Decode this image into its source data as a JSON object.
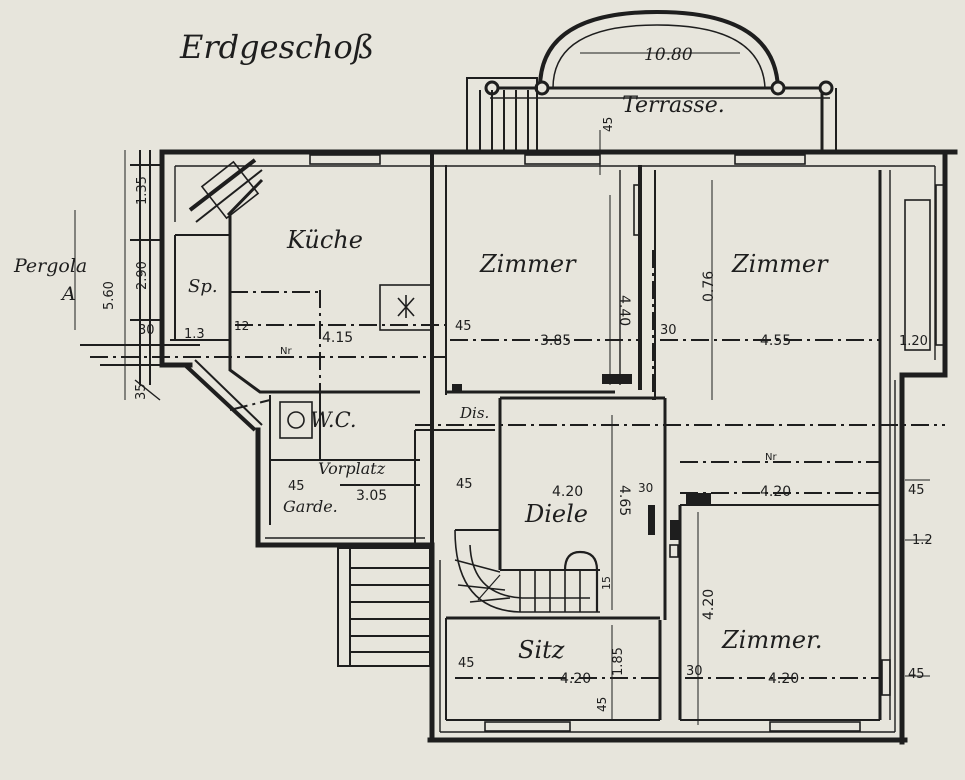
{
  "diagram": {
    "title": "Erdgeschoß",
    "colors": {
      "paper": "#e7e5dc",
      "ink": "#1e1e1e"
    },
    "labels": {
      "terrasse": "Terrasse.",
      "terrasse_width": "10.80",
      "kueche": "Küche",
      "zimmer_1": "Zimmer",
      "zimmer_2": "Zimmer",
      "zimmer_3": "Zimmer.",
      "pergola": "Pergola",
      "pergola_mark": "A",
      "speis": "Sp.",
      "wc": "W.C.",
      "dis": "Dis.",
      "vorplatz": "Vorplatz",
      "garderobe": "Garde.",
      "diele": "Diele",
      "sitz": "Sitz"
    },
    "dimensions": {
      "d_1_35": "1.35",
      "d_2_90": "2.90",
      "d_5_60": "5.60",
      "d_30_left": "30",
      "d_35": "35",
      "d_1_3": "1.3",
      "d_12": "12",
      "d_4_15": "4.15",
      "d_nr_left": "Nr",
      "d_45_a": "45",
      "d_3_85": "3.85",
      "d_4_40": "4.40",
      "d_30_a": "30",
      "d_4_55": "4.55",
      "d_0_76": "0.76",
      "d_1_20": "1.20",
      "d_45_top": "45",
      "d_45_b": "45",
      "d_3_05": "3.05",
      "d_45_c": "45",
      "d_4_20_a": "4.20",
      "d_4_65": "4.65",
      "d_30_b": "30",
      "d_4_20_b": "4.20",
      "d_nr_right": "Nr",
      "d_45_d": "45",
      "d_1_2": "1.2",
      "d_4_20_c": "4.20",
      "d_15": "15",
      "d_45_e": "45",
      "d_4_20_d": "4.20",
      "d_45_f": "45",
      "d_1_85": "1.85",
      "d_30_c": "30",
      "d_4_20_e": "4.20",
      "d_45_g": "45"
    }
  }
}
